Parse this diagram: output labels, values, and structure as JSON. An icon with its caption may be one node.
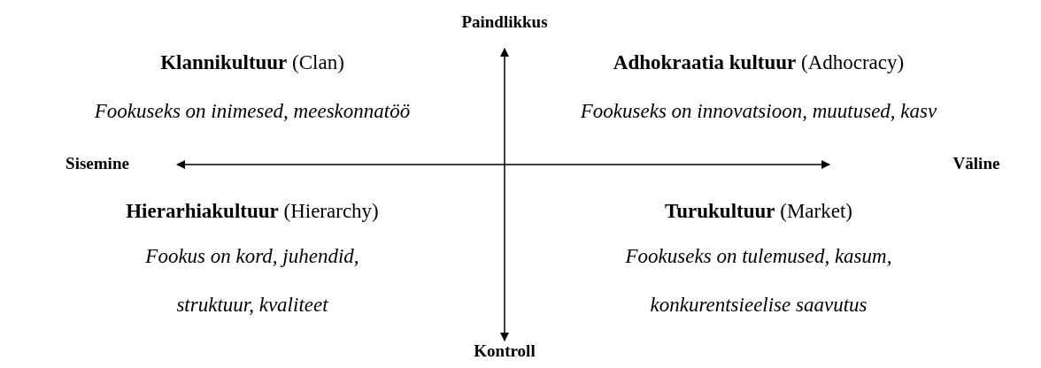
{
  "diagram": {
    "labels": [
      "Paindlikkus",
      "**Klannikultuur** (Clan)",
      "**Adhokraatia kultuur** (Adhocracy)",
      "Fookuseks on inimesed, meeskonnatöö",
      "Fookuseks on innovatsioon, muutused, kasv",
      "Sisemine",
      "Väline",
      "**Hierarhiakultuur** (Hierarchy)",
      "**Turukultuur** (Market)",
      "Fookus on kord, juhendid, struktuur, kvaliteet",
      "Fookuseks on tulemused, kasum, konkurentsieelise saavutus",
      "Kontroll"
    ]
  }
}
